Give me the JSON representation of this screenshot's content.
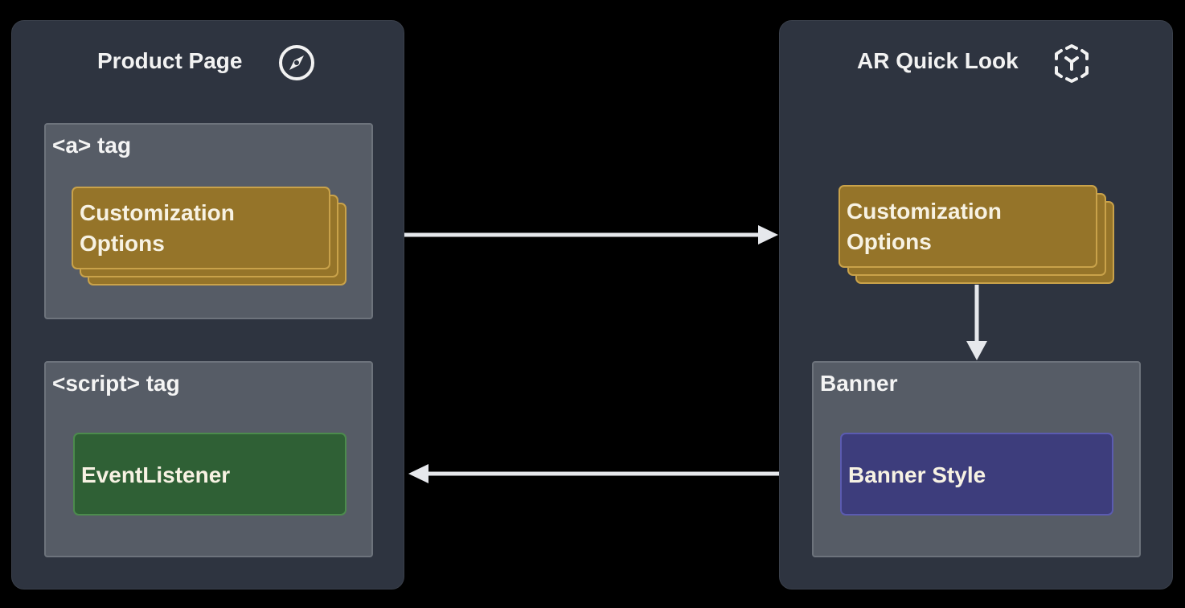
{
  "left_panel": {
    "title": "Product Page",
    "icon": "compass-icon",
    "a_tag": {
      "label": "<a> tag",
      "card_line1": "Customization",
      "card_line2": "Options"
    },
    "script_tag": {
      "label": "<script> tag",
      "card": "EventListener"
    }
  },
  "right_panel": {
    "title": "AR Quick Look",
    "icon": "ar-cube-icon",
    "options_card_line1": "Customization",
    "options_card_line2": "Options",
    "banner": {
      "label": "Banner",
      "card": "Banner Style"
    }
  },
  "colors": {
    "panel": "#2e3440",
    "box": "#565c66",
    "options_card": "#957429",
    "event_listener_card": "#2f6035",
    "banner_style_card": "#3d3d7c",
    "arrow": "#e6e8ec"
  }
}
